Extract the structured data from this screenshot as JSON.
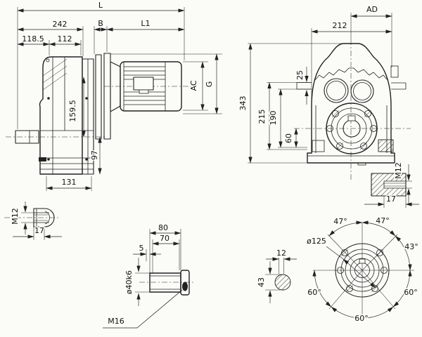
{
  "title": "Gear reducer dimensional drawing",
  "views": {
    "side": {
      "labels": {
        "L": "L",
        "n242": "242",
        "B": "B",
        "L1": "L1",
        "n118_5": "118.5",
        "n112": "112",
        "n159_5": "159.5",
        "n97": "97",
        "n131": "131",
        "AC": "AC",
        "G": "G"
      }
    },
    "front": {
      "labels": {
        "AD": "AD",
        "n212": "212",
        "n343": "343",
        "n215": "215",
        "n190": "190",
        "n60": "60",
        "n25": "25"
      }
    },
    "thread_block": {
      "labels": {
        "M12": "M12",
        "n17": "17"
      }
    },
    "lug": {
      "labels": {
        "M12": "M12",
        "n17": "17"
      }
    },
    "shaft": {
      "labels": {
        "n80": "80",
        "n70": "70",
        "n5": "5",
        "d40": "ø40k6",
        "M16": "M16"
      }
    },
    "key_section": {
      "labels": {
        "n12": "12",
        "n43": "43"
      }
    },
    "bolt_circle": {
      "labels": {
        "d125": "ø125",
        "a47L": "47°",
        "a47R": "47°",
        "a43": "43°",
        "a60L": "60°",
        "a60B": "60°",
        "a60R": "60°"
      }
    }
  }
}
